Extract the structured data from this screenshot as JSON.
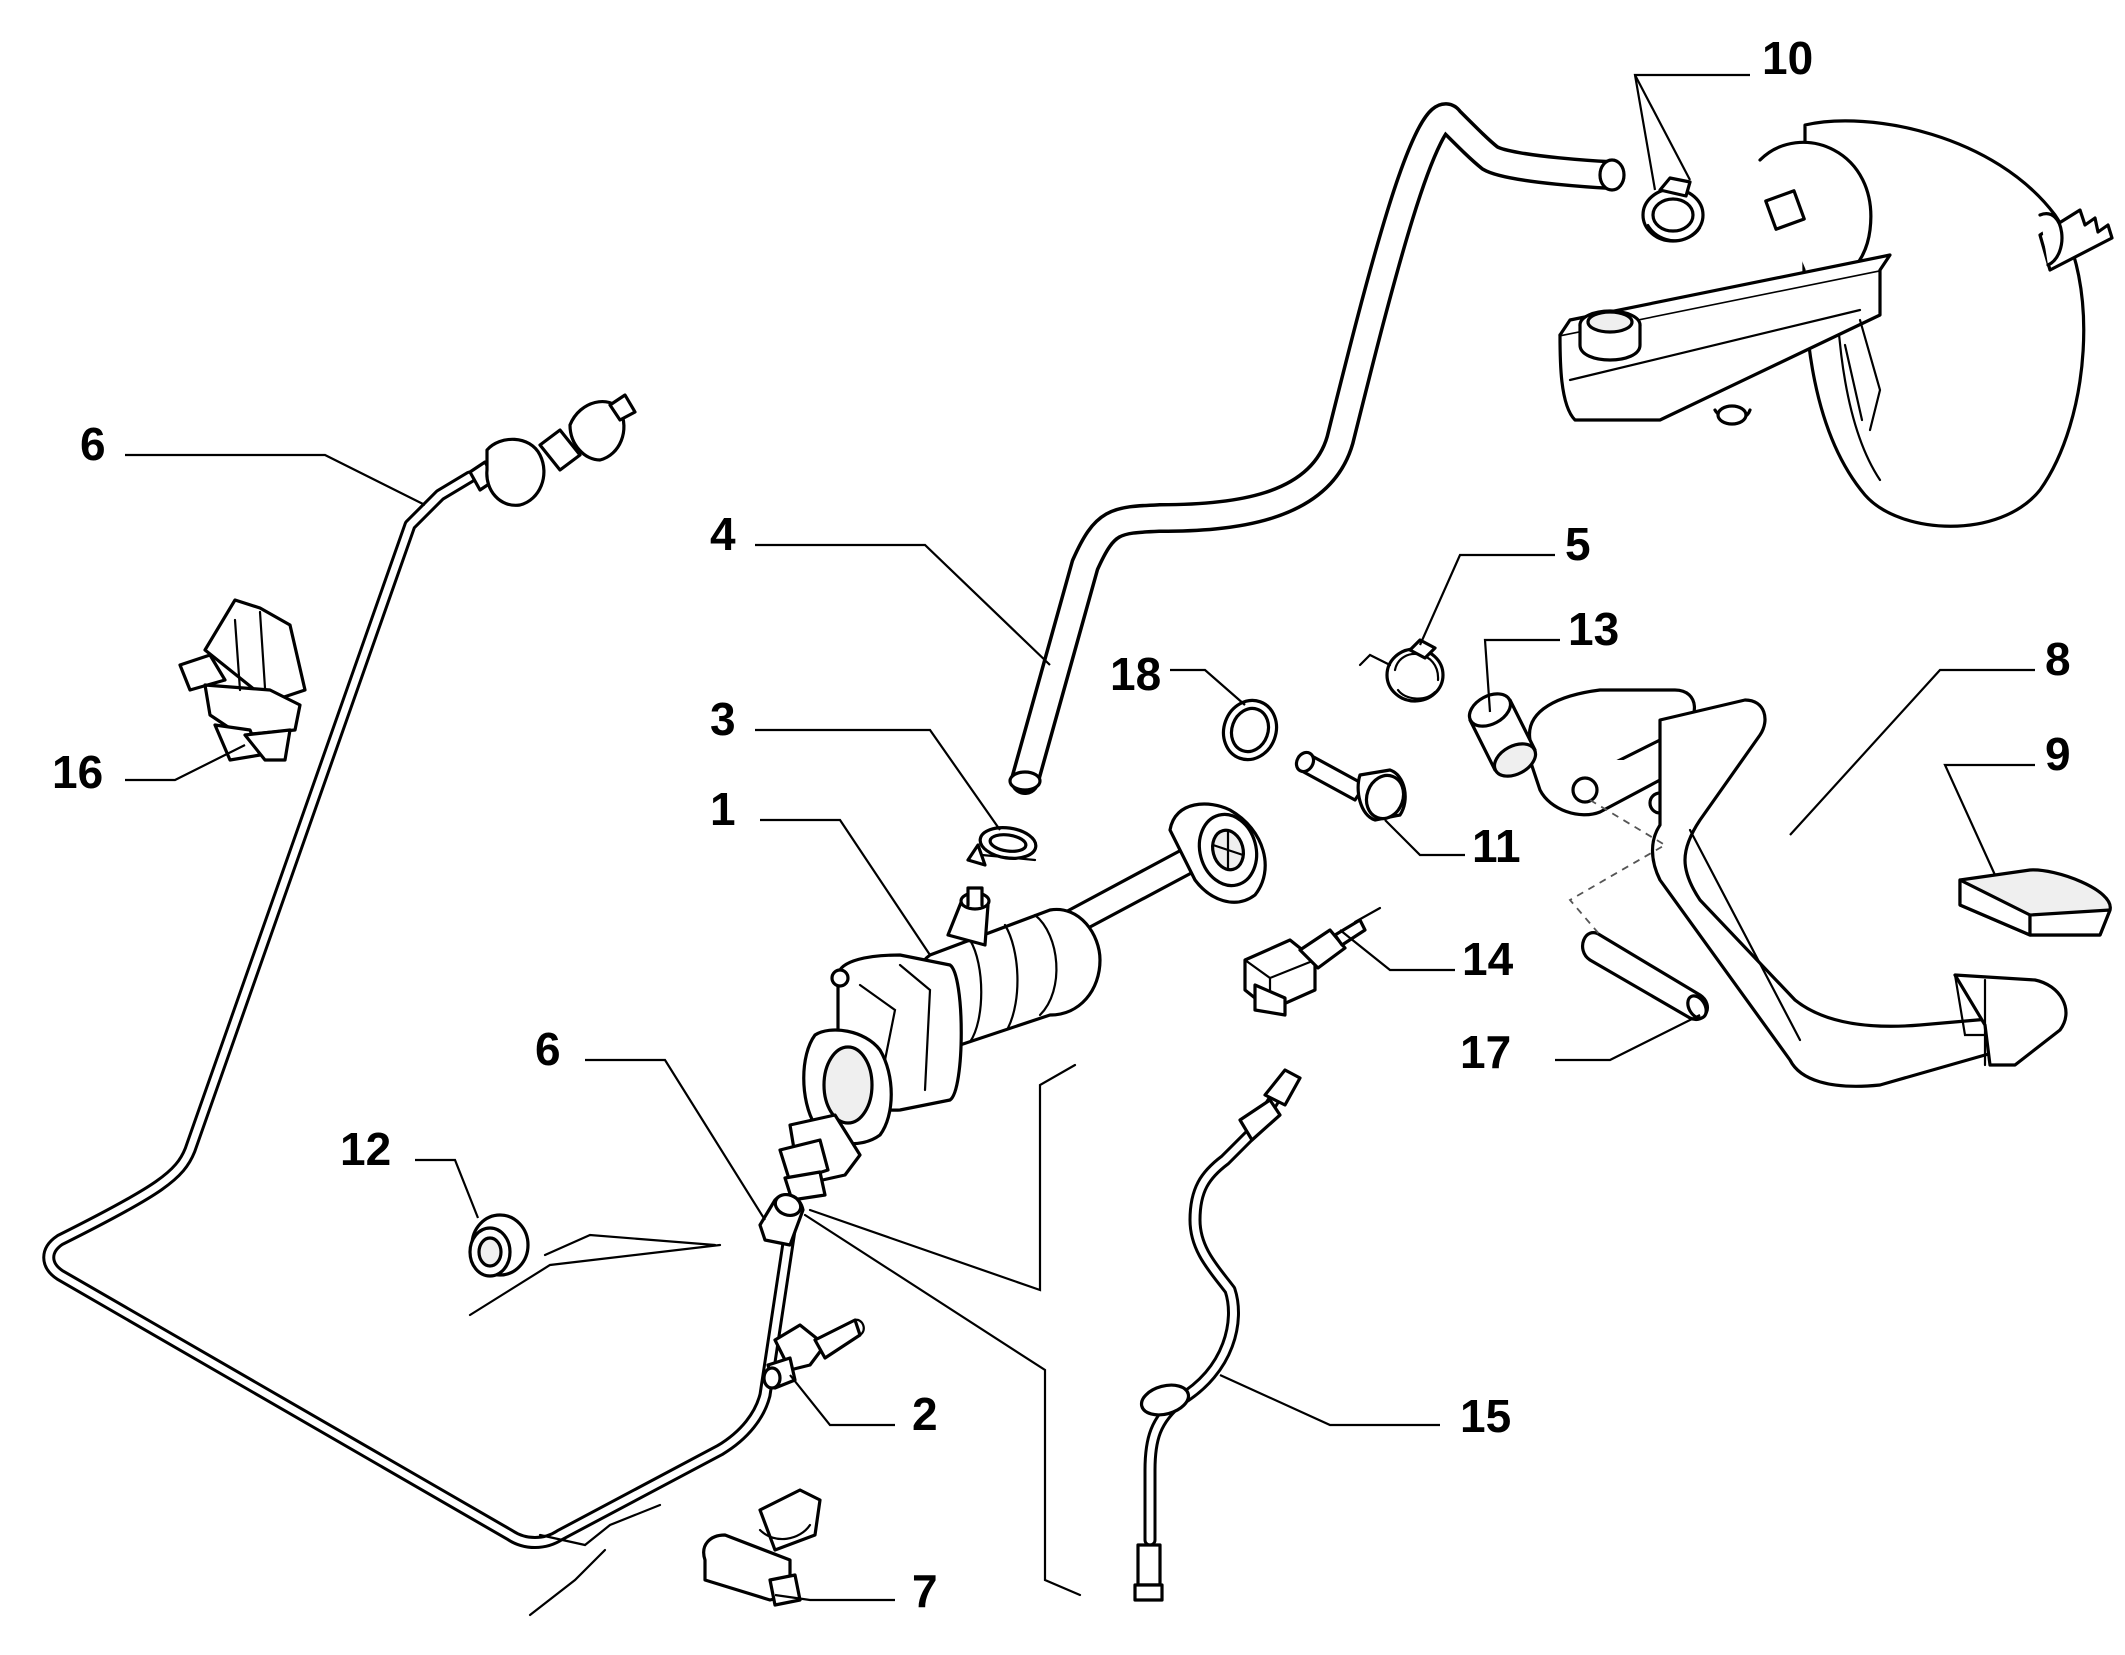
{
  "callouts": [
    {
      "id": "c10",
      "text": "10"
    },
    {
      "id": "c6a",
      "text": "6"
    },
    {
      "id": "c4",
      "text": "4"
    },
    {
      "id": "c5",
      "text": "5"
    },
    {
      "id": "c13",
      "text": "13"
    },
    {
      "id": "c8",
      "text": "8"
    },
    {
      "id": "c18",
      "text": "18"
    },
    {
      "id": "c9",
      "text": "9"
    },
    {
      "id": "c3",
      "text": "3"
    },
    {
      "id": "c1",
      "text": "1"
    },
    {
      "id": "c11",
      "text": "11"
    },
    {
      "id": "c16",
      "text": "16"
    },
    {
      "id": "c14",
      "text": "14"
    },
    {
      "id": "c6b",
      "text": "6"
    },
    {
      "id": "c17",
      "text": "17"
    },
    {
      "id": "c12",
      "text": "12"
    },
    {
      "id": "c2",
      "text": "2"
    },
    {
      "id": "c15",
      "text": "15"
    },
    {
      "id": "c7",
      "text": "7"
    }
  ]
}
